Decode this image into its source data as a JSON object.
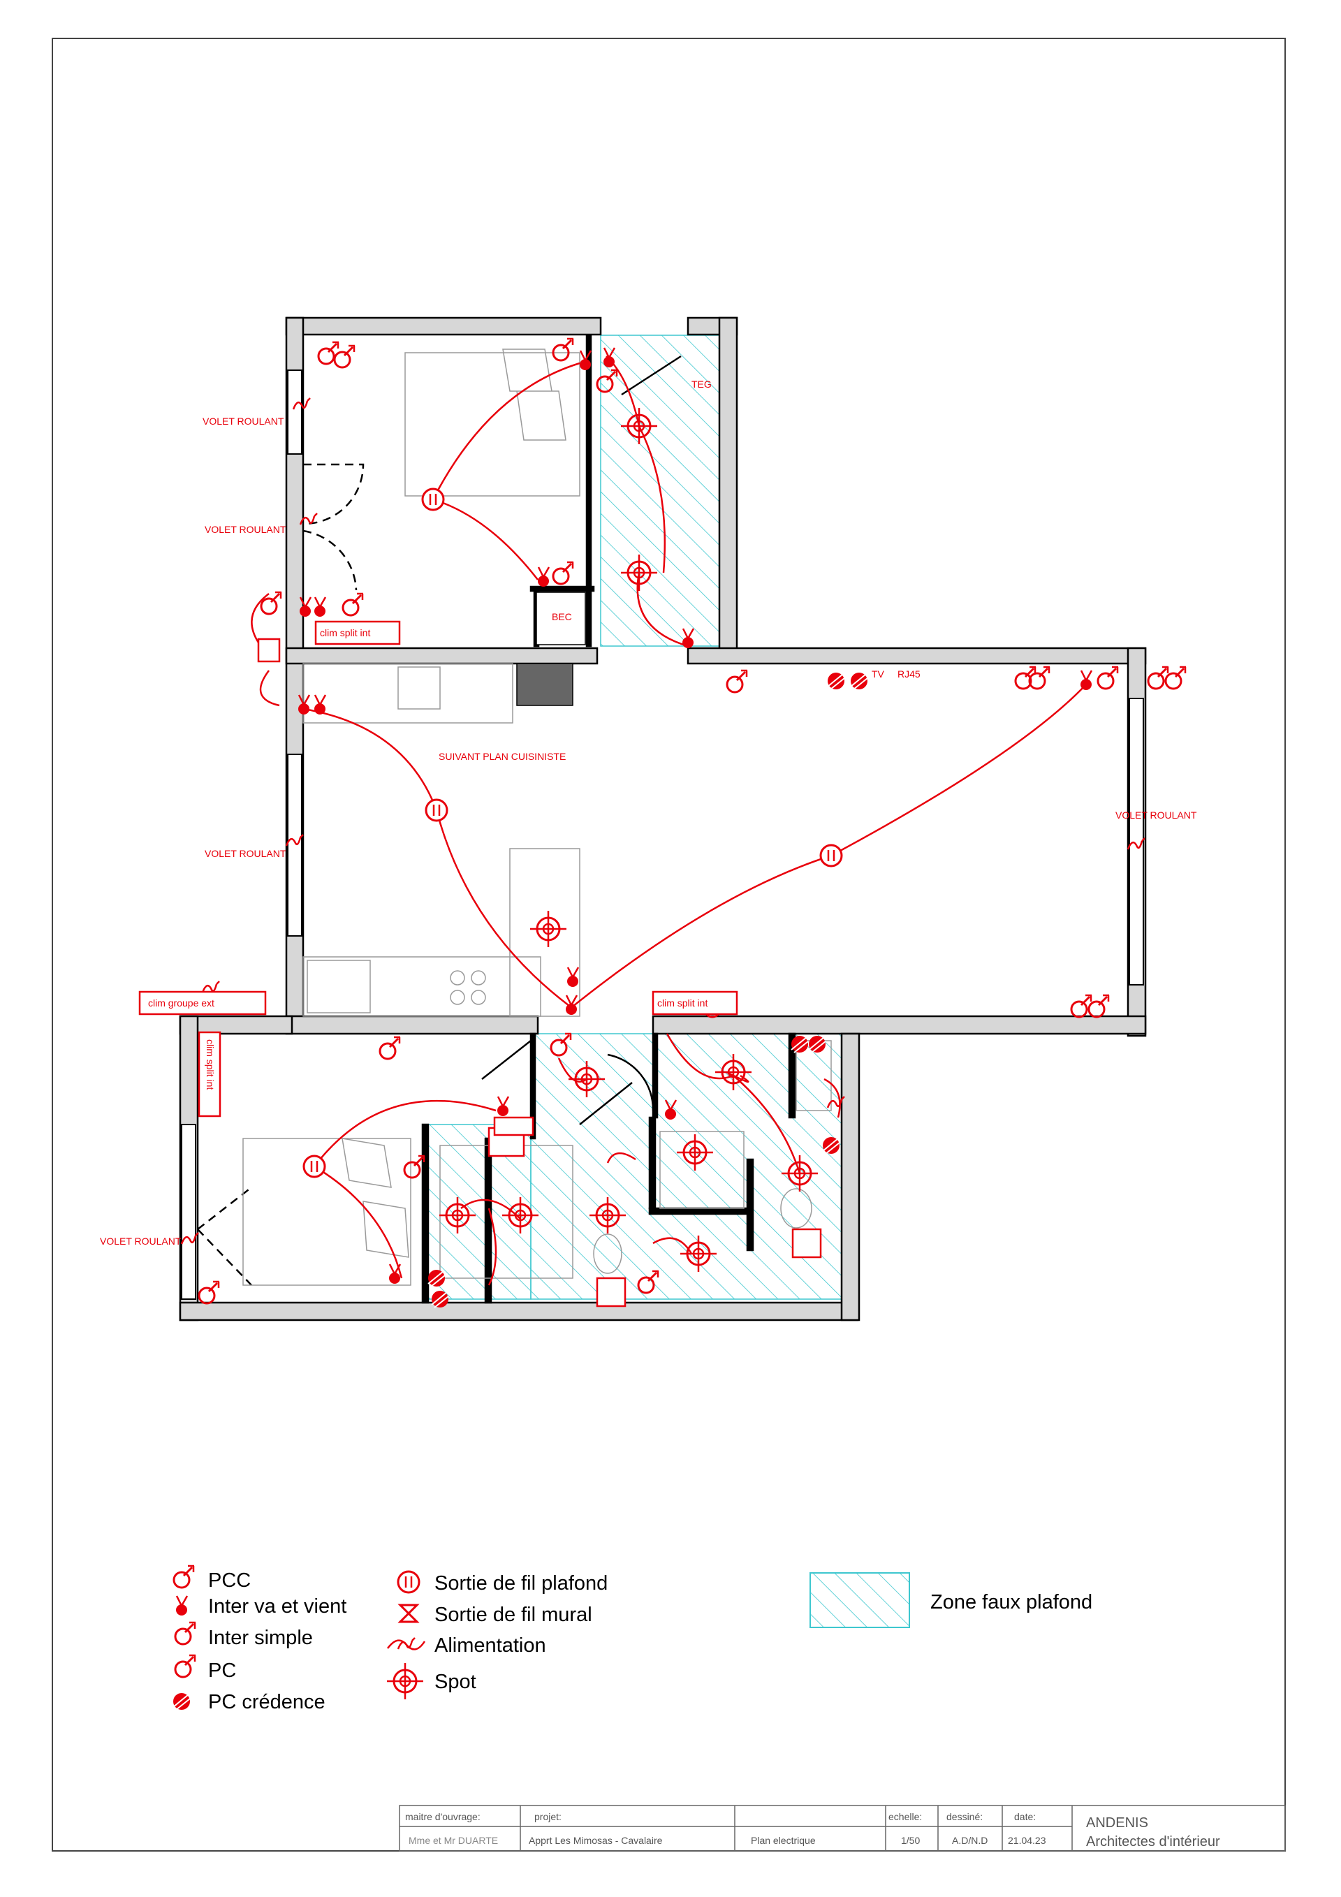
{
  "colors": {
    "wall": "#000000",
    "wall_fill": "#d7d7d7",
    "electric": "#e8000b",
    "ceiling_hatch": "#3ec7cf",
    "frame": "#444444",
    "fixture": "#9a9a9a"
  },
  "labels": {
    "volet_roulant": "VOLET ROULANT",
    "clim_split_int": "clim split int",
    "clim_groupe_ext": "clim groupe ext",
    "teg": "TEG",
    "bec": "BEC",
    "tv": "TV",
    "rj45": "RJ45",
    "suivant_plan": "SUIVANT PLAN CUISINISTE"
  },
  "legend": {
    "pcc": "PCC",
    "inter_va_vient": "Inter va et vient",
    "inter_simple": "Inter simple",
    "pc": "PC",
    "pc_credence": "PC crédence",
    "sortie_plafond": "Sortie de fil plafond",
    "sortie_mural": "Sortie de fil mural",
    "alimentation": "Alimentation",
    "spot": "Spot",
    "zone_faux_plafond": "Zone faux plafond"
  },
  "title_block": {
    "maitre_label": "maitre d'ouvrage:",
    "maitre_value": "Mme et Mr DUARTE",
    "projet_label": "projet:",
    "projet_value": "Apprt Les Mimosas - Cavalaire",
    "plan_value": "Plan electrique",
    "echelle_label": "echelle:",
    "echelle_value": "1/50",
    "dessine_label": "dessiné:",
    "dessine_value": "A.D/N.D",
    "date_label": "date:",
    "date_value": "21.04.23",
    "firm_name": "ANDENIS",
    "firm_sub": "Architectes d'intérieur"
  }
}
